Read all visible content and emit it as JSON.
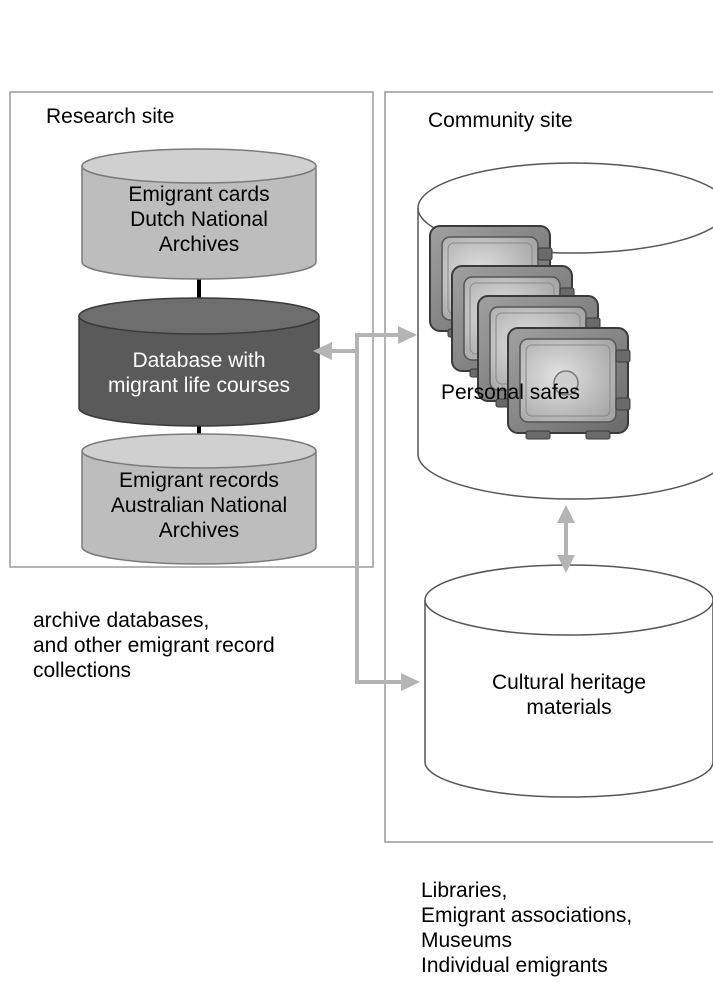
{
  "research_site": {
    "title": "Research site",
    "emigrant_cards": [
      "Emigrant cards",
      "Dutch National",
      "Archives"
    ],
    "database": [
      "Database with",
      "migrant life courses"
    ],
    "emigrant_records": [
      "Emigrant records",
      "Australian National",
      "Archives"
    ]
  },
  "research_caption": [
    "archive databases,",
    "and other emigrant record",
    "collections"
  ],
  "community_site": {
    "title": "Community site",
    "personal_safes": "Personal safes",
    "cultural_heritage": [
      "Cultural heritage",
      "materials"
    ]
  },
  "community_caption": [
    "Libraries,",
    "Emigrant associations,",
    "Museums",
    "Individual emigrants"
  ],
  "colors": {
    "light_cylinder": "#bdbdbd",
    "light_cylinder_top": "#d0d0d0",
    "dark_cylinder": "#5a5a5a",
    "dark_cylinder_top": "#6e6e6e",
    "arrow": "#b4b4b4",
    "box_border": "#9a9a9a",
    "safe_body": "#8a8a8a",
    "safe_door": "#c4c4c4"
  }
}
